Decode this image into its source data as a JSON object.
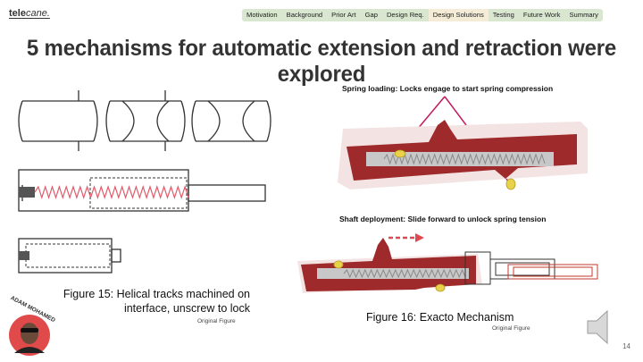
{
  "brand": {
    "name": "tele",
    "suffix": "cane."
  },
  "nav": {
    "tabs": [
      "Motivation",
      "Background",
      "Prior Art",
      "Gap",
      "Design Req.",
      "Design Solutions",
      "Testing",
      "Future Work",
      "Summary"
    ],
    "active_index": 5
  },
  "slide": {
    "title": "5 mechanisms for automatic extension and retraction were explored",
    "fig15_caption_line1": "Figure 15: Helical tracks machined on",
    "fig15_caption_line2": "interface, unscrew to lock",
    "fig15_note": "Original Figure",
    "fig16_caption": "Figure 16: Exacto Mechanism",
    "fig16_note": "Original Figure",
    "spring_label": "Spring loading: Locks engage to start spring compression",
    "shaft_label": "Shaft deployment: Slide forward to unlock spring tension",
    "presenter": "ADAM MOHAMED",
    "page": "14"
  },
  "colors": {
    "nav_bg": "#d9e6d0",
    "nav_active": "#f4ecd6",
    "mechanism_red": "#9e2a2b",
    "spring_pink": "#e25a6a",
    "yellow_lock": "#e8d24a"
  }
}
